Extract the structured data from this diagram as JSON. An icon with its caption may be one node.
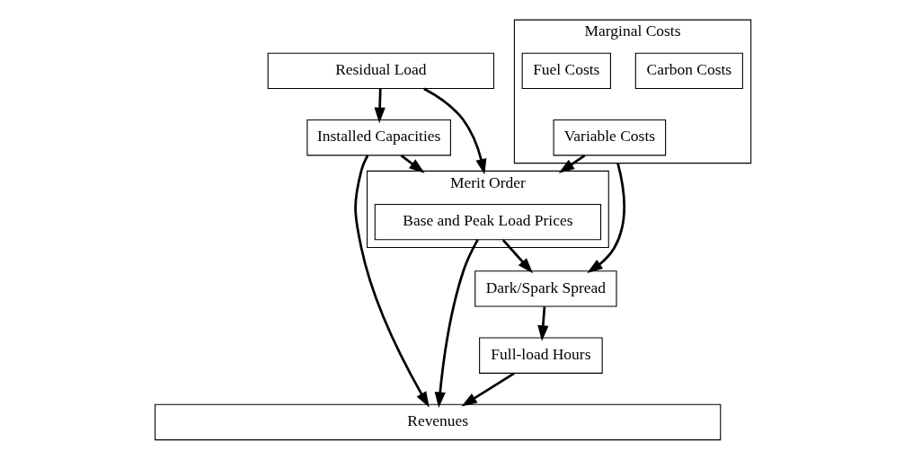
{
  "diagram": {
    "nodes": [
      {
        "text": [
          "Residual Load"
        ]
      },
      {
        "text": [
          "Marginal Costs"
        ]
      },
      {
        "text": [
          "Variable Costs"
        ],
        "in": 1
      },
      {
        "text": [
          "Carbon Costs"
        ],
        "in": 1
      },
      {
        "text": [
          "Fuel Costs"
        ],
        "in": 1
      },
      {
        "text": [
          "Installed Capacities"
        ]
      },
      {
        "text": [
          "Merit Order"
        ]
      },
      {
        "text": [
          "Base and Peak Load Prices"
        ],
        "in": 6
      },
      {
        "text": [
          "Dark/Spark Spread"
        ]
      },
      {
        "text": [
          "Full-load Hours"
        ]
      },
      {
        "text": [
          "Revenues"
        ]
      }
    ],
    "edges": [
      {
        "from": 0,
        "to": 5,
        "arrow": "to"
      },
      {
        "from": 0,
        "to": 6,
        "arrow": "to"
      },
      {
        "from": 2,
        "to": 6,
        "arrow": "to"
      },
      {
        "from": 1,
        "to": 8,
        "arrow": "to"
      },
      {
        "from": 5,
        "to": 6,
        "arrow": "to"
      },
      {
        "from": 5,
        "to": 10,
        "arrow": "to"
      },
      {
        "from": 7,
        "to": 8,
        "arrow": "to"
      },
      {
        "from": 7,
        "to": 10,
        "arrow": "to"
      },
      {
        "from": 8,
        "to": 9,
        "arrow": "to"
      },
      {
        "from": 9,
        "to": 10,
        "arrow": "to"
      }
    ]
  }
}
